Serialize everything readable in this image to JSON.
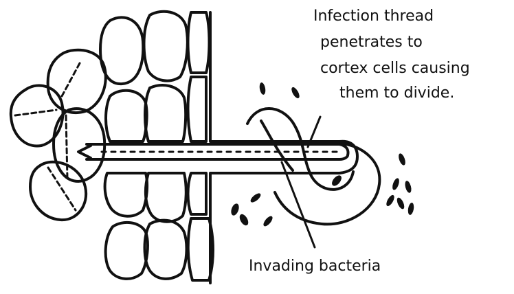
{
  "labels": {
    "infection_line1": "Infection thread",
    "infection_line2": "penetrates to",
    "infection_line3": "cortex cells causing",
    "infection_line4": "them to divide.",
    "bacteria": "Invading bacteria"
  },
  "colors": {
    "ink": "#111111",
    "background": "#ffffff"
  }
}
